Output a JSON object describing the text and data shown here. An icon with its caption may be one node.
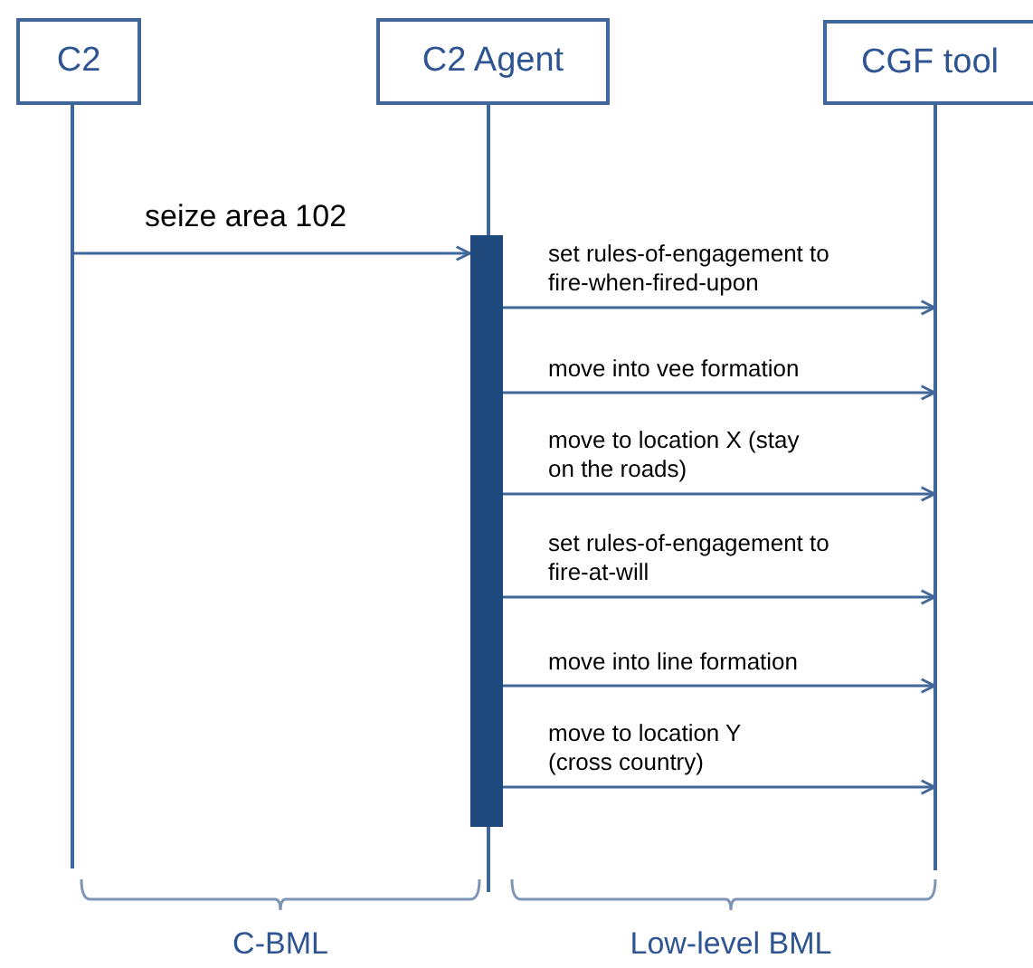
{
  "diagram": {
    "nodes": [
      {
        "text": [
          "C2"
        ]
      },
      {
        "text": [
          "C2 Agent"
        ]
      },
      {
        "text": [
          "CGF tool"
        ]
      },
      {
        "text": [],
        "shape": "line"
      },
      {
        "text": [],
        "shape": "line"
      },
      {
        "text": [],
        "shape": "line"
      },
      {
        "text": [],
        "shape": "bar"
      }
    ],
    "edges": [
      {
        "from": 3,
        "to": 6,
        "arrow": "to",
        "label": "seize area 102"
      },
      {
        "from": 6,
        "to": 5,
        "arrow": "to",
        "label": "set rules-of-engagement to fire-when-fired-upon"
      },
      {
        "from": 6,
        "to": 5,
        "arrow": "to",
        "label": "move into vee formation"
      },
      {
        "from": 6,
        "to": 5,
        "arrow": "to",
        "label": "move to location X (stay on the roads)"
      },
      {
        "from": 6,
        "to": 5,
        "arrow": "to",
        "label": "set rules-of-engagement to fire-at-will"
      },
      {
        "from": 6,
        "to": 5,
        "arrow": "to",
        "label": "move into line formation"
      },
      {
        "from": 6,
        "to": 5,
        "arrow": "to",
        "label": "move to location Y (cross country)"
      }
    ],
    "labels": [
      "C-BML",
      "Low-level BML"
    ]
  }
}
